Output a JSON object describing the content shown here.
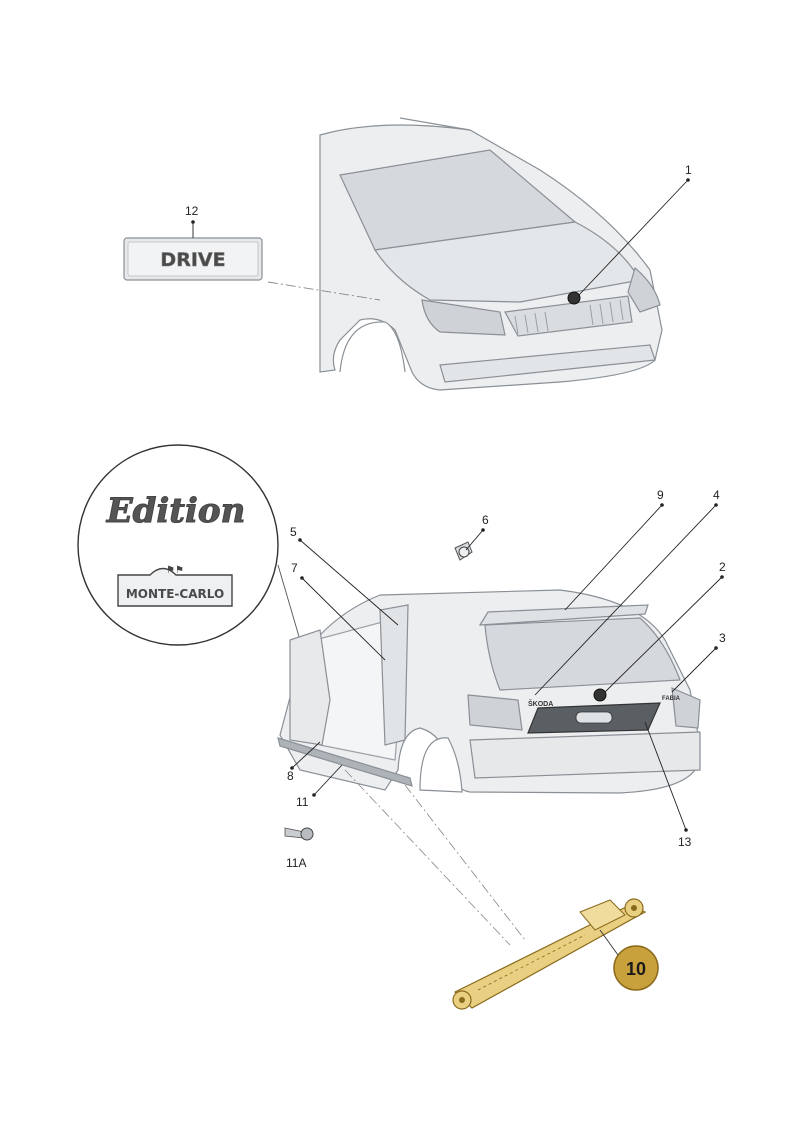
{
  "callouts": {
    "c1": "1",
    "c2": "2",
    "c3": "3",
    "c4": "4",
    "c5": "5",
    "c6": "6",
    "c7": "7",
    "c8": "8",
    "c9": "9",
    "c10": "10",
    "c11": "11",
    "c11a": "11A",
    "c12": "12",
    "c13": "13"
  },
  "emblems": {
    "drive": "DRIVE",
    "edition": "Edition",
    "monte_carlo": "MONTE-CARLO",
    "skoda": "ŠKODA",
    "fabia": "FABIA"
  },
  "colors": {
    "line": "#222222",
    "car_fill": "#eceef0",
    "car_stroke": "#8a9096",
    "glass": "#d5d9dd",
    "highlight_gold": "#c9a13c",
    "highlight_part": "#e9cf82"
  }
}
